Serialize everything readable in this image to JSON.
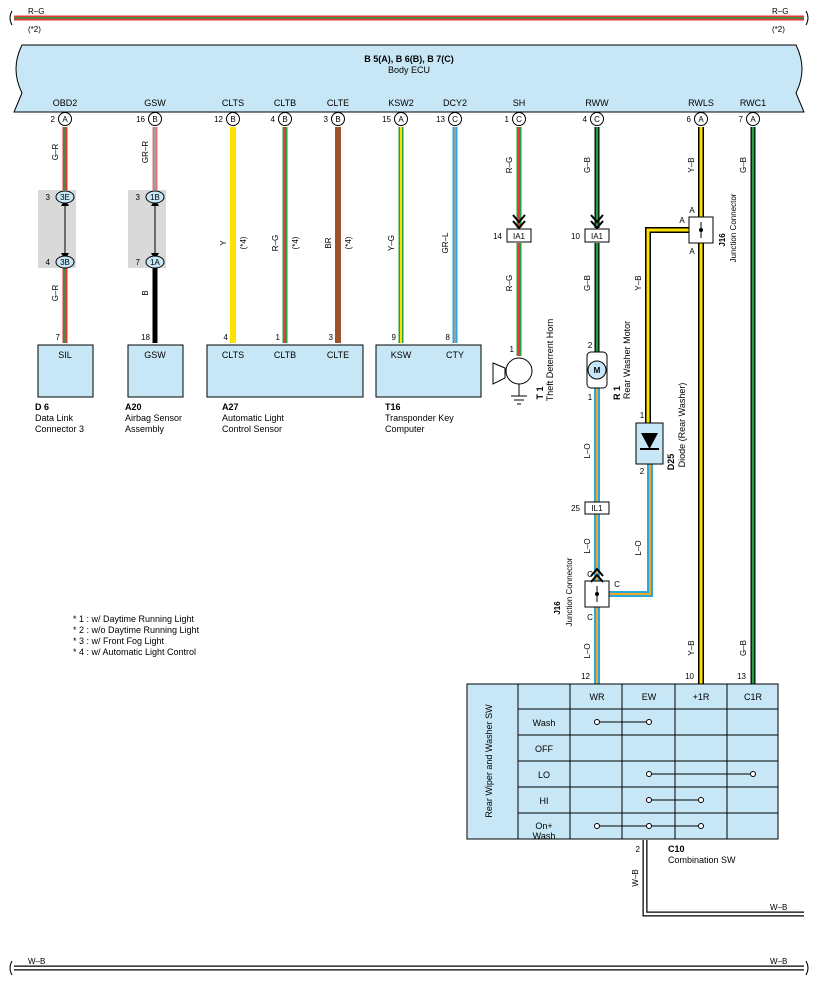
{
  "top_bus": {
    "wire": "R–G",
    "note": "(*2)"
  },
  "bottom_bus": {
    "wire": "W–B"
  },
  "ecu": {
    "connectors": "B 5(A), B 6(B), B 7(C)",
    "name": "Body ECU",
    "pins": [
      {
        "name": "OBD2",
        "num": "2",
        "conn": "A"
      },
      {
        "name": "GSW",
        "num": "16",
        "conn": "B"
      },
      {
        "name": "CLTS",
        "num": "12",
        "conn": "B"
      },
      {
        "name": "CLTB",
        "num": "4",
        "conn": "B"
      },
      {
        "name": "CLTE",
        "num": "3",
        "conn": "B"
      },
      {
        "name": "KSW2",
        "num": "15",
        "conn": "A"
      },
      {
        "name": "DCY2",
        "num": "13",
        "conn": "C"
      },
      {
        "name": "SH",
        "num": "1",
        "conn": "C"
      },
      {
        "name": "RWW",
        "num": "4",
        "conn": "C"
      },
      {
        "name": "RWLS",
        "num": "6",
        "conn": "A"
      },
      {
        "name": "RWC1",
        "num": "7",
        "conn": "A"
      }
    ]
  },
  "wires": {
    "obd2_upper": "G–R",
    "obd2_lower": "G–R",
    "gsw_upper": "GR–R",
    "gsw_lower": "B",
    "clts": "Y",
    "clts_note": "(*4)",
    "cltb": "R–G",
    "cltb_note": "(*4)",
    "clte": "BR",
    "clte_note": "(*4)",
    "ksw2": "Y–G",
    "dcy2": "GR–L",
    "sh_upper": "R–G",
    "sh_lower": "R–G",
    "rww_upper": "G–B",
    "rww_lower": "G–B",
    "rwls_upper": "Y–B",
    "rwls_diode": "Y–B",
    "rwls_lower": "Y–B",
    "rwc1_upper": "G–B",
    "rwc1_lower": "G–B",
    "motor_out_1": "L–O",
    "motor_out_2": "L–O",
    "motor_out_3": "L–O",
    "diode_out": "L–O",
    "ground": "W–B"
  },
  "junctions": {
    "d6_upper": {
      "pin": "3",
      "conn": "3E"
    },
    "d6_lower": {
      "pin": "4",
      "conn": "3B"
    },
    "a20_upper": {
      "pin": "3",
      "conn": "1B"
    },
    "a20_lower": {
      "pin": "7",
      "conn": "1A"
    },
    "ia1_sh": {
      "pin": "14",
      "conn": "IA1"
    },
    "ia1_rww": {
      "pin": "10",
      "conn": "IA1"
    },
    "il1": {
      "pin": "25",
      "conn": "IL1"
    },
    "j16_top": {
      "code": "J16",
      "name": "Junction Connector",
      "pin": "A"
    },
    "j16_bottom": {
      "code": "J16",
      "name": "Junction Connector",
      "pin": "C"
    }
  },
  "components": {
    "d6": {
      "code": "D 6",
      "name1": "Data Link",
      "name2": "Connector 3",
      "pin": "SIL",
      "num": "7"
    },
    "a20": {
      "code": "A20",
      "name1": "Airbag Sensor",
      "name2": "Assembly",
      "pin": "GSW",
      "num": "18"
    },
    "a27": {
      "code": "A27",
      "name1": "Automatic Light",
      "name2": "Control Sensor",
      "pins": [
        {
          "name": "CLTS",
          "num": "4"
        },
        {
          "name": "CLTB",
          "num": "1"
        },
        {
          "name": "CLTE",
          "num": "3"
        }
      ]
    },
    "t16": {
      "code": "T16",
      "name1": "Transponder Key",
      "name2": "Computer",
      "pins": [
        {
          "name": "KSW",
          "num": "9"
        },
        {
          "name": "CTY",
          "num": "8"
        }
      ]
    },
    "t1": {
      "code": "T 1",
      "name": "Theft Deterrent Horn",
      "num": "1"
    },
    "r1": {
      "code": "R 1",
      "name": "Rear Washer Motor",
      "symbol": "M",
      "num_top": "2",
      "num_bottom": "1"
    },
    "d25": {
      "code": "D25",
      "name": "Diode (Rear Washer)",
      "num_top": "1",
      "num_bottom": "2"
    },
    "c10": {
      "code": "C10",
      "name": "Combination SW",
      "ground_pin": "2"
    }
  },
  "switch": {
    "title": "Rear Wiper and Washer SW",
    "columns": [
      {
        "name": "WR",
        "pin": "12"
      },
      {
        "name": "EW",
        "pin": ""
      },
      {
        "name": "+1R",
        "pin": "10"
      },
      {
        "name": "C1R",
        "pin": "13"
      }
    ],
    "rows": [
      "Wash",
      "OFF",
      "LO",
      "HI",
      "On+ Wash"
    ]
  },
  "notes": [
    "* 1 : w/ Daytime Running Light",
    "* 2 : w/o Daytime Running Light",
    "* 3 : w/ Front Fog Light",
    "* 4 : w/ Automatic Light Control"
  ]
}
